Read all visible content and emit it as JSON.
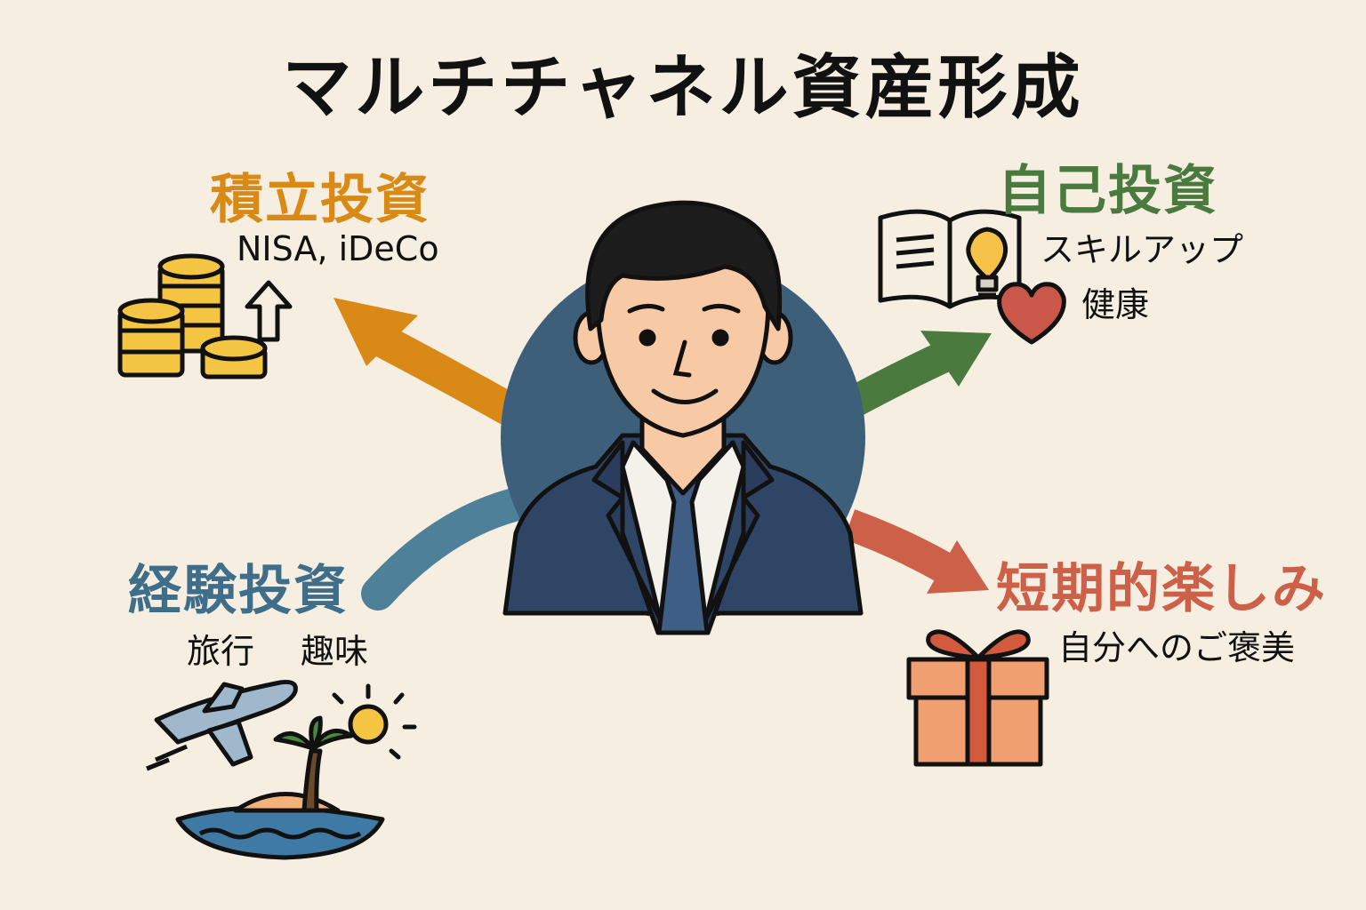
{
  "title": "マルチチャネル資産形成",
  "colors": {
    "background": "#f6eee0",
    "accumulation": "#d98a16",
    "self": "#4a7a3d",
    "experience": "#3e6e8a",
    "short_term": "#cc6048",
    "circle": "#3d5f7a",
    "suit": "#2f4565"
  },
  "categories": {
    "accumulation": {
      "title": "積立投資",
      "subtitle": "NISA, iDeCo",
      "icons": [
        "coin-stack-icon",
        "up-arrow-icon"
      ]
    },
    "self": {
      "title": "自己投資",
      "items": [
        "スキルアップ",
        "健康"
      ],
      "icons": [
        "open-book-icon",
        "lightbulb-icon",
        "heart-icon"
      ]
    },
    "experience": {
      "title": "経験投資",
      "items": [
        "旅行",
        "趣味"
      ],
      "icons": [
        "airplane-icon",
        "palm-island-icon",
        "sun-icon"
      ]
    },
    "short_term": {
      "title": "短期的楽しみ",
      "subtitle": "自分へのご褒美",
      "icons": [
        "gift-box-icon"
      ]
    }
  }
}
